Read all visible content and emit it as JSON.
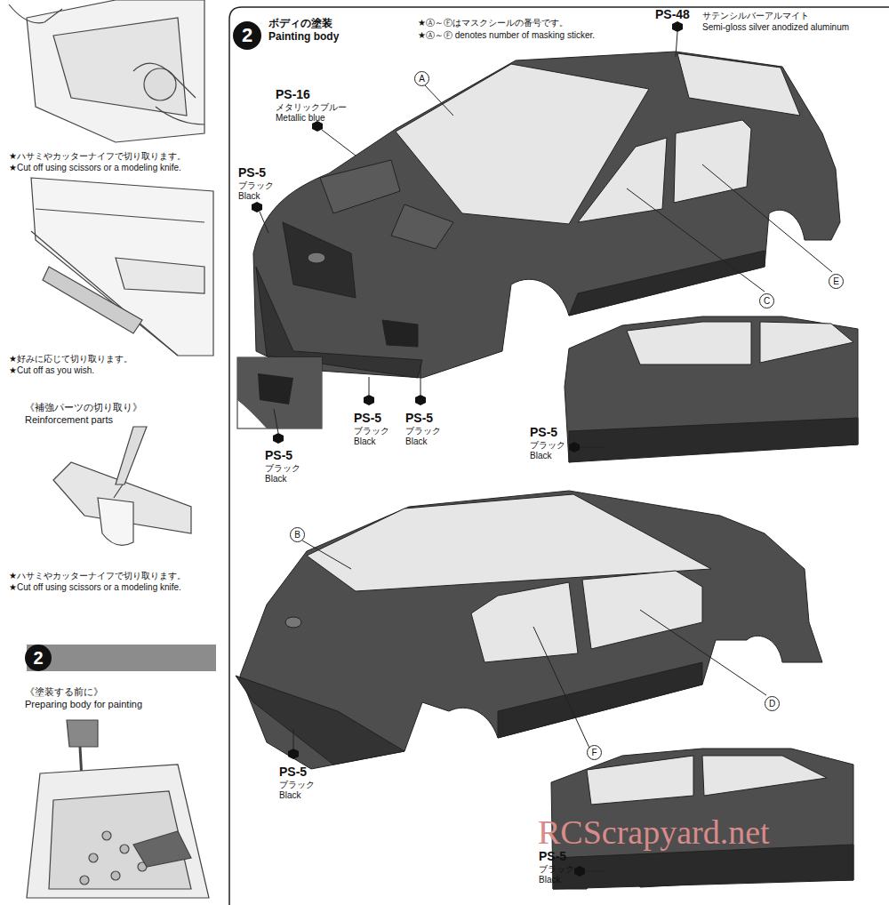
{
  "diagram": {
    "nodes": [
      {
        "text": [
          "2"
        ]
      },
      {
        "text": [
          "2"
        ]
      }
    ],
    "labels": [
      "★ハサミやカッターナイフで切り取ります。",
      "★Cut off using scissors or a modeling knife.",
      "★好みに応じて切り取ります。",
      "★Cut off as you wish.",
      "《補強パーツの切り取り》",
      "Reinforcement parts",
      "★ハサミやカッターナイフで切り取ります。",
      "★Cut off using scissors or a modeling knife.",
      "《塗装する前に》",
      "Preparing body for painting",
      "ボディの塗装",
      "Painting body",
      "★Ⓐ～Ⓕはマスクシールの番号です。",
      "★Ⓐ～Ⓕ denotes number of masking sticker.",
      "PS-48",
      "サテンシルバーアルマイト",
      "Semi-gloss silver anodized aluminum",
      "A",
      "PS-16",
      "メタリックブルー",
      "Metallic blue",
      "PS-5",
      "ブラック",
      "Black",
      "C",
      "E",
      "PS-5",
      "ブラック",
      "Black",
      "PS-5",
      "ブラック",
      "Black",
      "PS-5",
      "ブラック",
      "Black",
      "PS-5",
      "ブラック",
      "Black",
      "B",
      "D",
      "F",
      "PS-5",
      "ブラック",
      "Black",
      "RCScrapyard.net",
      "PS-5",
      "ブラック",
      "Black"
    ]
  }
}
